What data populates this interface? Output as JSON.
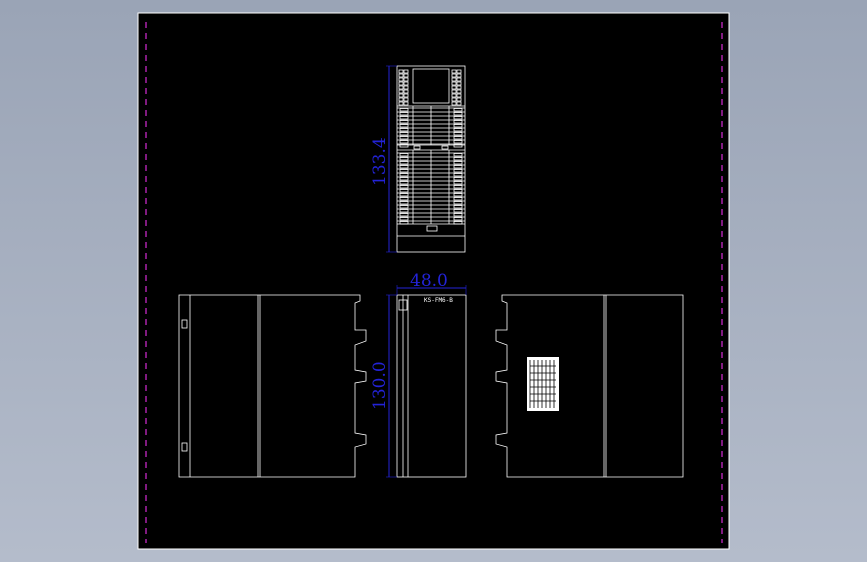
{
  "drawing": {
    "colors": {
      "background_outer": "#a8b0c0",
      "sheet": "#000000",
      "lines": "#ffffff",
      "dimension": "#2323d8",
      "border_dashes": "#ff33ff"
    },
    "dimensions": {
      "top_view_height": "133.4",
      "front_view_width": "48.0",
      "front_view_height": "130.0"
    },
    "front_label": "KS-FM6-B"
  }
}
